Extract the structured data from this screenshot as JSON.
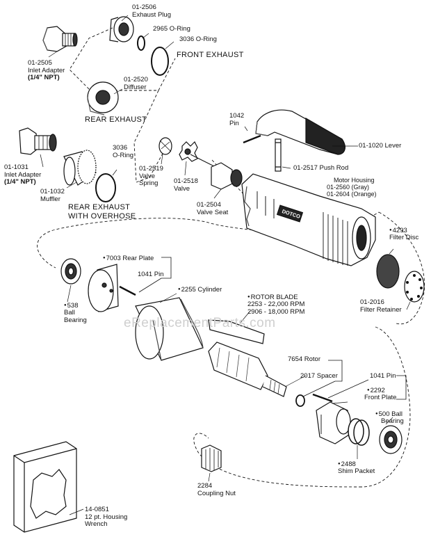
{
  "parts": [
    {
      "id": "exhaust_plug",
      "number": "01-2506",
      "name": "Exhaust Plug"
    },
    {
      "id": "oring_2965",
      "number": "2965",
      "name": "O-Ring"
    },
    {
      "id": "oring_3036_front",
      "number": "3036",
      "name": "O-Ring"
    },
    {
      "id": "inlet_adapter_2505",
      "number": "01-2505",
      "name": "Inlet Adapter",
      "size": "(1/4\" NPT)"
    },
    {
      "id": "diffuser",
      "number": "01-2520",
      "name": "Diffuser"
    },
    {
      "id": "pin_1042",
      "number": "1042",
      "name": "Pin"
    },
    {
      "id": "lever",
      "number": "01-1020",
      "name": "Lever"
    },
    {
      "id": "push_rod",
      "number": "01-2517",
      "name": "Push Rod"
    },
    {
      "id": "inlet_adapter_1031",
      "number": "01-1031",
      "name": "Inlet Adapter",
      "size": "(1/4\" NPT)"
    },
    {
      "id": "muffler",
      "number": "01-1032",
      "name": "Muffler"
    },
    {
      "id": "oring_3036_rear",
      "number": "3036",
      "name": "O-Ring"
    },
    {
      "id": "valve_spring",
      "number": "01-2519",
      "name": "Valve Spring"
    },
    {
      "id": "valve",
      "number": "01-2518",
      "name": "Valve"
    },
    {
      "id": "valve_seat",
      "number": "01-2504",
      "name": "Valve Seat"
    },
    {
      "id": "motor_housing",
      "name": "Motor Housing",
      "variants": [
        "01-2560 (Gray)",
        "01-2604 (Orange)"
      ]
    },
    {
      "id": "filter_disc",
      "number": "4293",
      "name": "Filter Disc"
    },
    {
      "id": "filter_retainer",
      "number": "01-2016",
      "name": "Filter Retainer"
    },
    {
      "id": "rear_plate",
      "number": "7003",
      "name": "Rear Plate"
    },
    {
      "id": "pin_1041_rear",
      "number": "1041",
      "name": "Pin"
    },
    {
      "id": "ball_bearing_538",
      "number": "538",
      "name": "Ball Bearing"
    },
    {
      "id": "cylinder",
      "number": "2255",
      "name": "Cylinder"
    },
    {
      "id": "rotor_blade",
      "name": "ROTOR BLADE",
      "variants": [
        "2253 - 22,000 RPM",
        "2906 - 18,000 RPM"
      ]
    },
    {
      "id": "rotor",
      "number": "7654",
      "name": "Rotor"
    },
    {
      "id": "spacer",
      "number": "2017",
      "name": "Spacer"
    },
    {
      "id": "pin_1041_front",
      "number": "1041",
      "name": "Pin"
    },
    {
      "id": "front_plate",
      "number": "2292",
      "name": "Front Plate"
    },
    {
      "id": "ball_bearing_500",
      "number": "500",
      "name": "Ball Bearing"
    },
    {
      "id": "shim_packet",
      "number": "2488",
      "name": "Shim Packet"
    },
    {
      "id": "coupling_nut",
      "number": "2284",
      "name": "Coupling Nut"
    },
    {
      "id": "housing_wrench",
      "number": "14-0851",
      "name": "12 pt. Housing Wrench"
    }
  ],
  "labels": {
    "exhaust_plug_number": "01-2506",
    "exhaust_plug_name": "Exhaust Plug",
    "oring_2965": "2965 O-Ring",
    "oring_3036_front": "3036 O-Ring",
    "front_exhaust": "FRONT EXHAUST",
    "inlet_2505_number": "01-2505",
    "inlet_2505_name": "Inlet Adapter",
    "inlet_2505_size": "(1/4\" NPT)",
    "diffuser_number": "01-2520",
    "diffuser_name": "Diffuser",
    "rear_exhaust": "REAR EXHAUST",
    "pin_1042_number": "1042",
    "pin_1042_name": "Pin",
    "lever": "01-1020 Lever",
    "push_rod": "01-2517 Push Rod",
    "oring_3036_rear_number": "3036",
    "oring_3036_rear_name": "O-Ring",
    "inlet_1031_number": "01-1031",
    "inlet_1031_name": "Inlet Adapter",
    "inlet_1031_size": "(1/4\" NPT)",
    "muffler_number": "01-1032",
    "muffler_name": "Muffler",
    "rear_exhaust_overhose_1": "REAR EXHAUST",
    "rear_exhaust_overhose_2": "WITH OVERHOSE",
    "valve_spring_number": "01-2519",
    "valve_spring_name_1": "Valve",
    "valve_spring_name_2": "Spring",
    "valve_number": "01-2518",
    "valve_name": "Valve",
    "valve_seat_number": "01-2504",
    "valve_seat_name": "Valve Seat",
    "motor_housing_title": "Motor Housing",
    "motor_housing_gray": "01-2560 (Gray)",
    "motor_housing_orange": "01-2604 (Orange)",
    "filter_disc_number": "4293",
    "filter_disc_name": "Filter Disc",
    "filter_retainer_number": "01-2016",
    "filter_retainer_name": "Filter Retainer",
    "rear_plate": "7003 Rear Plate",
    "pin_1041_rear": "1041 Pin",
    "ball_bearing_538_number": "538",
    "ball_bearing_538_name_1": "Ball",
    "ball_bearing_538_name_2": "Bearing",
    "cylinder": "2255 Cylinder",
    "rotor_blade_title": "ROTOR BLADE",
    "rotor_blade_22000": "2253 - 22,000 RPM",
    "rotor_blade_18000": "2906 - 18,000 RPM",
    "rotor": "7654 Rotor",
    "spacer": "2017 Spacer",
    "pin_1041_front": "1041 Pin",
    "front_plate_number": "2292",
    "front_plate_name": "Front Plate",
    "ball_bearing_500_1": "500 Ball",
    "ball_bearing_500_2": "Bearing",
    "shim_packet_number": "2488",
    "shim_packet_name": "Shim Packet",
    "coupling_nut_number": "2284",
    "coupling_nut_name": "Coupling Nut",
    "wrench_number": "14-0851",
    "wrench_name_1": "12 pt. Housing",
    "wrench_name_2": "Wrench",
    "housing_brand": "DOTCO",
    "watermark": "eReplacementParts.com"
  },
  "colors": {
    "line": "#111111",
    "shade": "#555555",
    "fill": "#ffffff",
    "watermark": "#cfcfcf"
  }
}
